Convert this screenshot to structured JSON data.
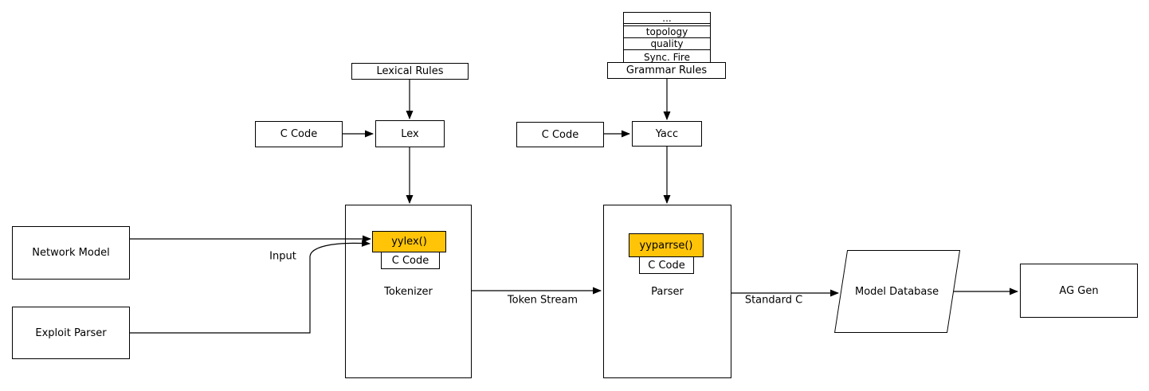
{
  "colors": {
    "highlight": "#ffc408",
    "line": "#000000",
    "background": "#ffffff"
  },
  "stack": {
    "rows": [
      "...",
      "topology",
      "quality",
      "Sync. Fire"
    ],
    "base": "Grammar Rules"
  },
  "nodes": {
    "lexical_rules": "Lexical Rules",
    "c_code_lex": "C Code",
    "lex": "Lex",
    "c_code_yacc": "C Code",
    "yacc": "Yacc",
    "network_model": "Network Model",
    "exploit_parser": "Exploit Parser",
    "tokenizer": "Tokenizer",
    "yylex": "yylex()",
    "yylex_c_code": "C Code",
    "parser": "Parser",
    "yyparse": "yyparrse()",
    "yyparse_c_code": "C Code",
    "model_database": "Model Database",
    "ag_gen": "AG Gen"
  },
  "edge_labels": {
    "input": "Input",
    "token_stream": "Token Stream",
    "standard_c": "Standard C"
  }
}
